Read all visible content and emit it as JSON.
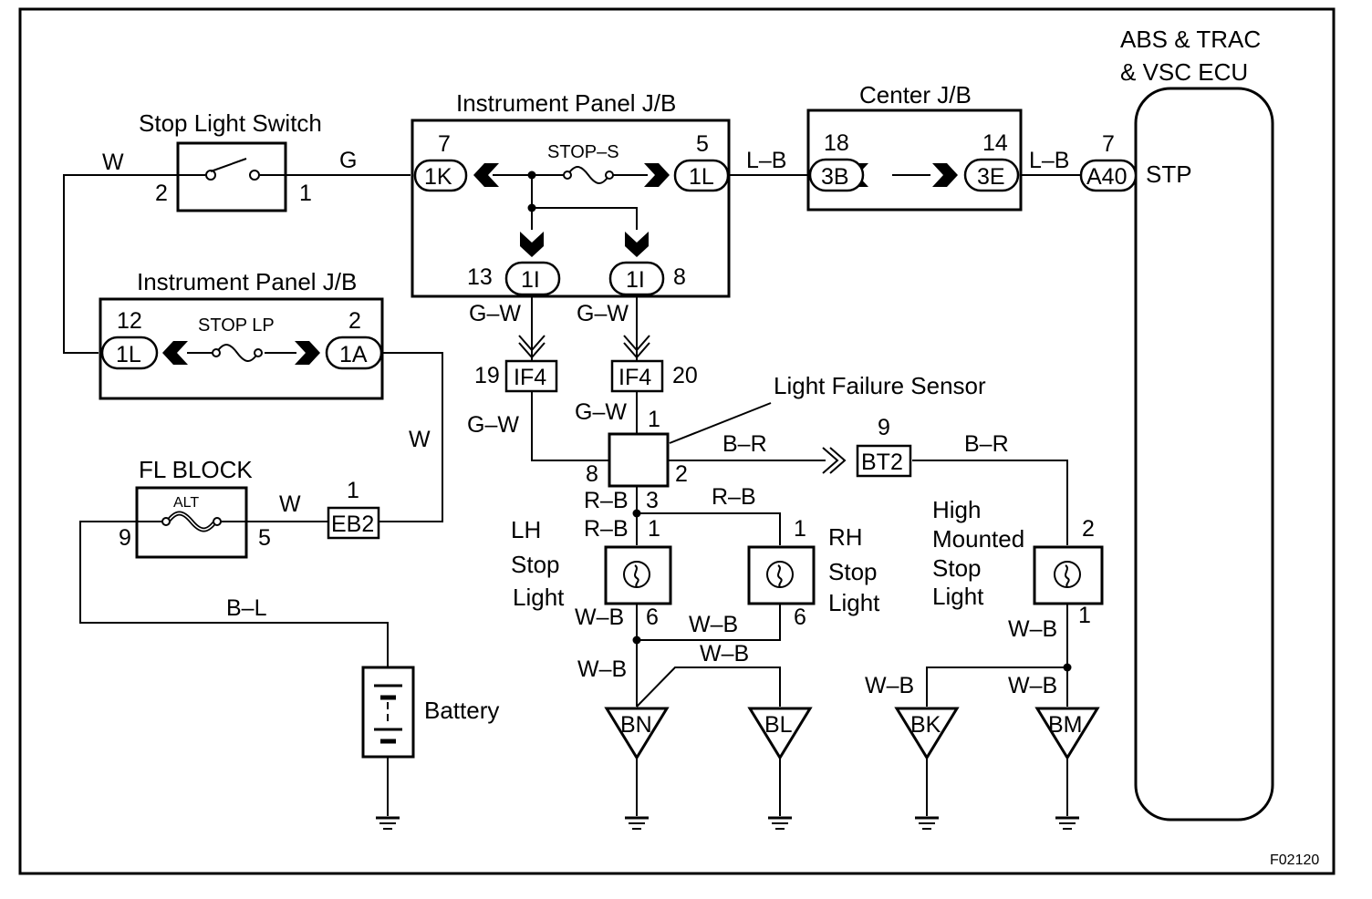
{
  "components": {
    "ecu": {
      "title_line1": "ABS & TRAC",
      "title_line2": "& VSC ECU",
      "terminal": "STP"
    },
    "stop_light_switch": {
      "title": "Stop Light Switch",
      "pin_left": "2",
      "pin_right": "1"
    },
    "ip_jb_top": {
      "title": "Instrument Panel J/B",
      "fuse": "STOP–S",
      "pin_7": "7",
      "conn_1k": "1K",
      "pin_5": "5",
      "conn_1l": "1L",
      "pin_13": "13",
      "conn_1i_a": "1I",
      "conn_1i_b": "1I",
      "pin_8": "8"
    },
    "center_jb": {
      "title": "Center J/B",
      "pin_18": "18",
      "conn_3b": "3B",
      "pin_14": "14",
      "conn_3e": "3E"
    },
    "ecu_connector": {
      "pin": "7",
      "name": "A40"
    },
    "ip_jb_bottom": {
      "title": "Instrument Panel J/B",
      "fuse": "STOP LP",
      "pin_12": "12",
      "conn_1l": "1L",
      "pin_2": "2",
      "conn_1a": "1A"
    },
    "fl_block": {
      "title": "FL BLOCK",
      "fuse": "ALT",
      "pin_left": "9",
      "pin_right": "5"
    },
    "eb2": {
      "name": "EB2",
      "pin": "1"
    },
    "if4_left": {
      "name": "IF4",
      "pin": "19"
    },
    "if4_right": {
      "name": "IF4",
      "pin": "20"
    },
    "light_failure_sensor": {
      "title": "Light Failure Sensor",
      "pin_1": "1",
      "pin_8": "8",
      "pin_2": "2",
      "pin_3": "3"
    },
    "bt2": {
      "name": "BT2",
      "pin": "9"
    },
    "lh_stop_light": {
      "l1": "LH",
      "l2": "Stop",
      "l3": "Light",
      "pin_top": "1",
      "pin_bottom": "6"
    },
    "rh_stop_light": {
      "l1": "RH",
      "l2": "Stop",
      "l3": "Light",
      "pin_top": "1",
      "pin_bottom": "6"
    },
    "high_mounted_stop_light": {
      "l1": "High",
      "l2": "Mounted",
      "l3": "Stop",
      "l4": "Light",
      "pin_top": "2",
      "pin_bottom": "1"
    },
    "battery": {
      "title": "Battery"
    },
    "grounds": [
      "BN",
      "BL",
      "BK",
      "BM"
    ]
  },
  "wires": {
    "w_left": "W",
    "g": "G",
    "lb_1": "L–B",
    "lb_2": "L–B",
    "gw_1": "G–W",
    "gw_2": "G–W",
    "gw_3": "G–W",
    "gw_4": "G–W",
    "w_right": "W",
    "w_fl": "W",
    "bl": "B–L",
    "br_1": "B–R",
    "br_2": "B–R",
    "rb_1": "R–B",
    "rb_2": "R–B",
    "rb_3": "R–B",
    "wb_1": "W–B",
    "wb_2": "W–B",
    "wb_3": "W–B",
    "wb_4": "W–B",
    "wb_5": "W–B",
    "wb_6": "W–B",
    "wb_7": "W–B"
  },
  "figure_code": "F02120"
}
